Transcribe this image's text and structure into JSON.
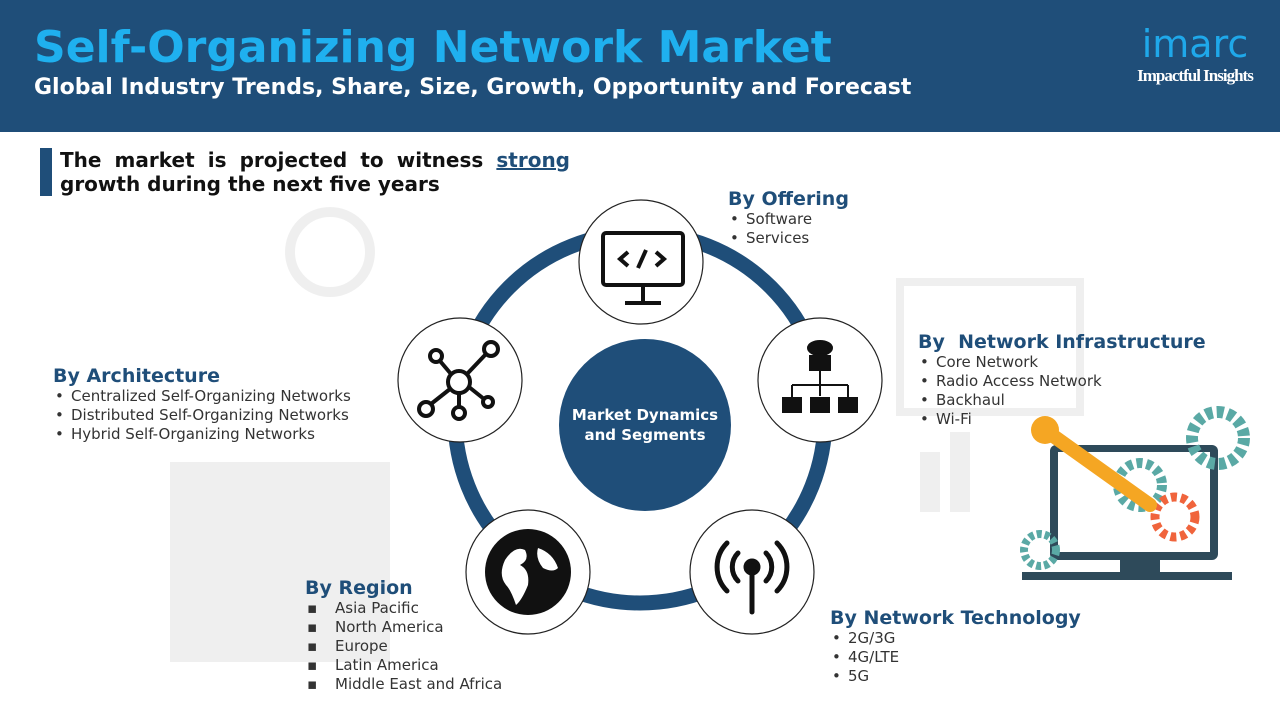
{
  "header": {
    "title": "Self-Organizing Network Market",
    "subtitle": "Global Industry Trends, Share, Size, Growth, Opportunity and Forecast",
    "logo_text": "imarc",
    "logo_tagline": "Impactful Insights"
  },
  "claim": {
    "text_before": "The market is projected to witness ",
    "highlight": "strong",
    "text_after": " growth during the next five years"
  },
  "center": {
    "label": "Market Dynamics and Segments"
  },
  "colors": {
    "primary": "#1f4e79",
    "accent": "#1fb0ef"
  },
  "segments": {
    "offering": {
      "title": "By Offering",
      "items": [
        "Software",
        "Services"
      ]
    },
    "infrastructure": {
      "title": "By  Network Infrastructure",
      "items": [
        "Core Network",
        "Radio Access Network",
        "Backhaul",
        "Wi-Fi"
      ]
    },
    "architecture": {
      "title": "By Architecture",
      "items": [
        "Centralized Self-Organizing Networks",
        "Distributed Self-Organizing Networks",
        "Hybrid Self-Organizing Networks"
      ]
    },
    "region": {
      "title": "By Region",
      "items": [
        "Asia Pacific",
        "North America",
        "Europe",
        "Latin America",
        "Middle East and Africa"
      ]
    },
    "technology": {
      "title": "By Network Technology",
      "items": [
        "2G/3G",
        "4G/LTE",
        "5G"
      ]
    }
  }
}
